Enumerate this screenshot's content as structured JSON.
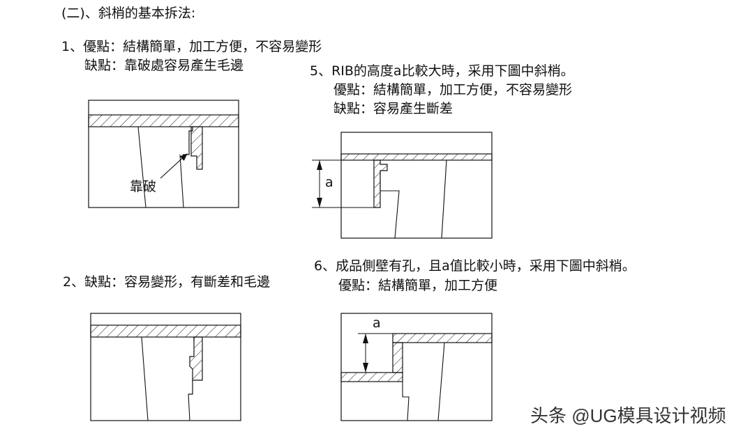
{
  "heading": "(二)、斜梢的基本拆法:",
  "s1": {
    "line1": "1、優點：結構簡單，加工方便，不容易變形",
    "line2": "缺點：靠破處容易產生毛邊",
    "callout": "靠破"
  },
  "s2": {
    "line1": "2、缺點：容易變形，有斷差和毛邊"
  },
  "s5": {
    "line1": "5、RIB的高度a比較大時，采用下圖中斜梢。",
    "line2": "優點：結構簡單，加工方便，不容易變形",
    "line3": "缺點：容易產生斷差",
    "dim": "a"
  },
  "s6": {
    "line1": "6、成品側壁有孔，且a值比較小時，采用下圖中斜梢。",
    "line2": "優點：結構簡單，加工方便",
    "dim": "a"
  },
  "watermark": "头条 @UG模具设计视频"
}
